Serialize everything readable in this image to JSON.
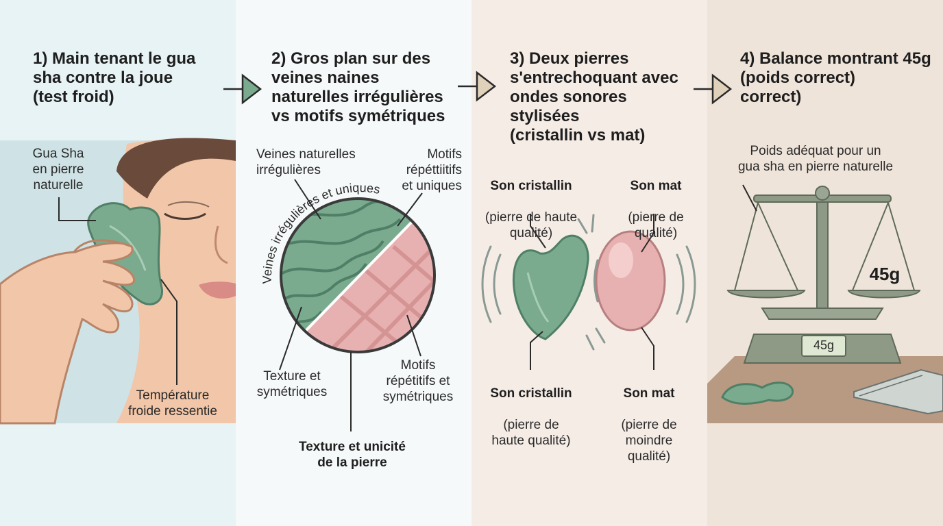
{
  "colors": {
    "jade": "#7aab8e",
    "jade_dark": "#4f7f66",
    "rose": "#e8b1b1",
    "skin": "#f2c6a8",
    "hair": "#6a4a3a",
    "scale": "#8e9a86",
    "table": "#b89a82"
  },
  "icons": [
    "arrow-right-icon",
    "hand-icon",
    "face-icon",
    "gua-sha-stone-icon",
    "stone-circle-icon",
    "heart-stone-icon",
    "oval-stone-icon",
    "sound-wave-icon",
    "balance-scale-icon",
    "book-icon"
  ],
  "steps": [
    {
      "title": "1) Main tenant le gua\nsha contre la joue\n(test froid)",
      "labels": {
        "stone": "Gua Sha\nen pierre\nnaturelle",
        "temperature": "Température\nfroide ressentie"
      }
    },
    {
      "title": "2) Gros plan sur des\nveines naines\nnaturelles irrégulières\nvs motifs symétriques",
      "labels": {
        "veins": "Veines naturelles\nirrégulières",
        "motifs_top": "Motifs\nrépéttiitifs\net uniques",
        "arc": "Veines irrégulières et uniques",
        "texture": "Texture et\nsymétriques",
        "motifs_bottom": "Motifs\nrépétitifs et\nsymétriques",
        "caption": "Texture et unicité\nde la pierre"
      }
    },
    {
      "title": "3) Deux pierres\ns'entrechoquant avec\nondes sonores\nstylisées\n(cristallin vs mat)",
      "labels": {
        "top_left_title": "Son cristallin",
        "top_left_sub": "(pierre de haute\nqualité)",
        "top_right_title": "Son mat",
        "top_right_sub": "(pierre de\nqualité)",
        "bottom_left_title": "Son cristallin",
        "bottom_left_sub": "(pierre de\nhaute qualité)",
        "bottom_right_title": "Son mat",
        "bottom_right_sub": "(pierre de\nmoindre\nqualité)"
      }
    },
    {
      "title": "4) Balance montrant 45g\n(poids correct)\ncorrect)",
      "labels": {
        "caption": "Poids adéquat pour un\ngua sha en pierre naturelle",
        "pan_weight": "45g",
        "display": "45g"
      }
    }
  ]
}
